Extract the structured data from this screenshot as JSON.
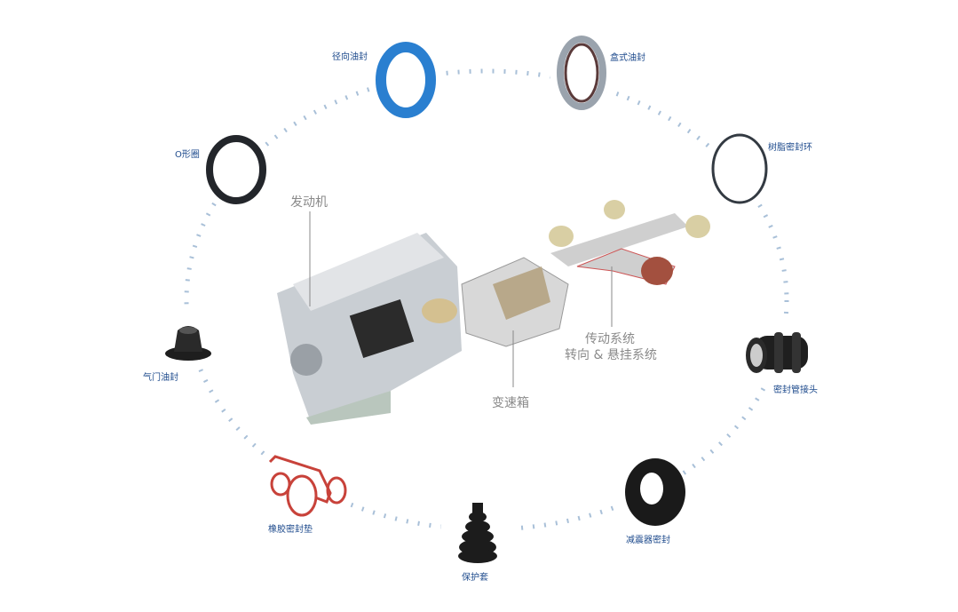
{
  "products": [
    {
      "id": "radial-oil-seal",
      "label": "径向油封"
    },
    {
      "id": "cassette-oil-seal",
      "label": "盒式油封"
    },
    {
      "id": "resin-seal-ring",
      "label": "树脂密封环"
    },
    {
      "id": "o-ring",
      "label": "O形圈"
    },
    {
      "id": "valve-stem-seal",
      "label": "气门油封"
    },
    {
      "id": "sealed-pipe-connector",
      "label": "密封管接头"
    },
    {
      "id": "rubber-gasket",
      "label": "橡胶密封垫"
    },
    {
      "id": "protective-boot",
      "label": "保护套"
    },
    {
      "id": "shock-absorber-seal",
      "label": "减震器密封"
    }
  ],
  "systems": {
    "engine": "发动机",
    "gearbox": "变速箱",
    "drivetrain": "传动系统",
    "steering": "转向 & 悬挂系统"
  },
  "colors": {
    "label": "#1d4a8c",
    "dots": "#a9c0d8",
    "blue_seal": "#2a7fd0",
    "gasket": "#c8423a"
  }
}
